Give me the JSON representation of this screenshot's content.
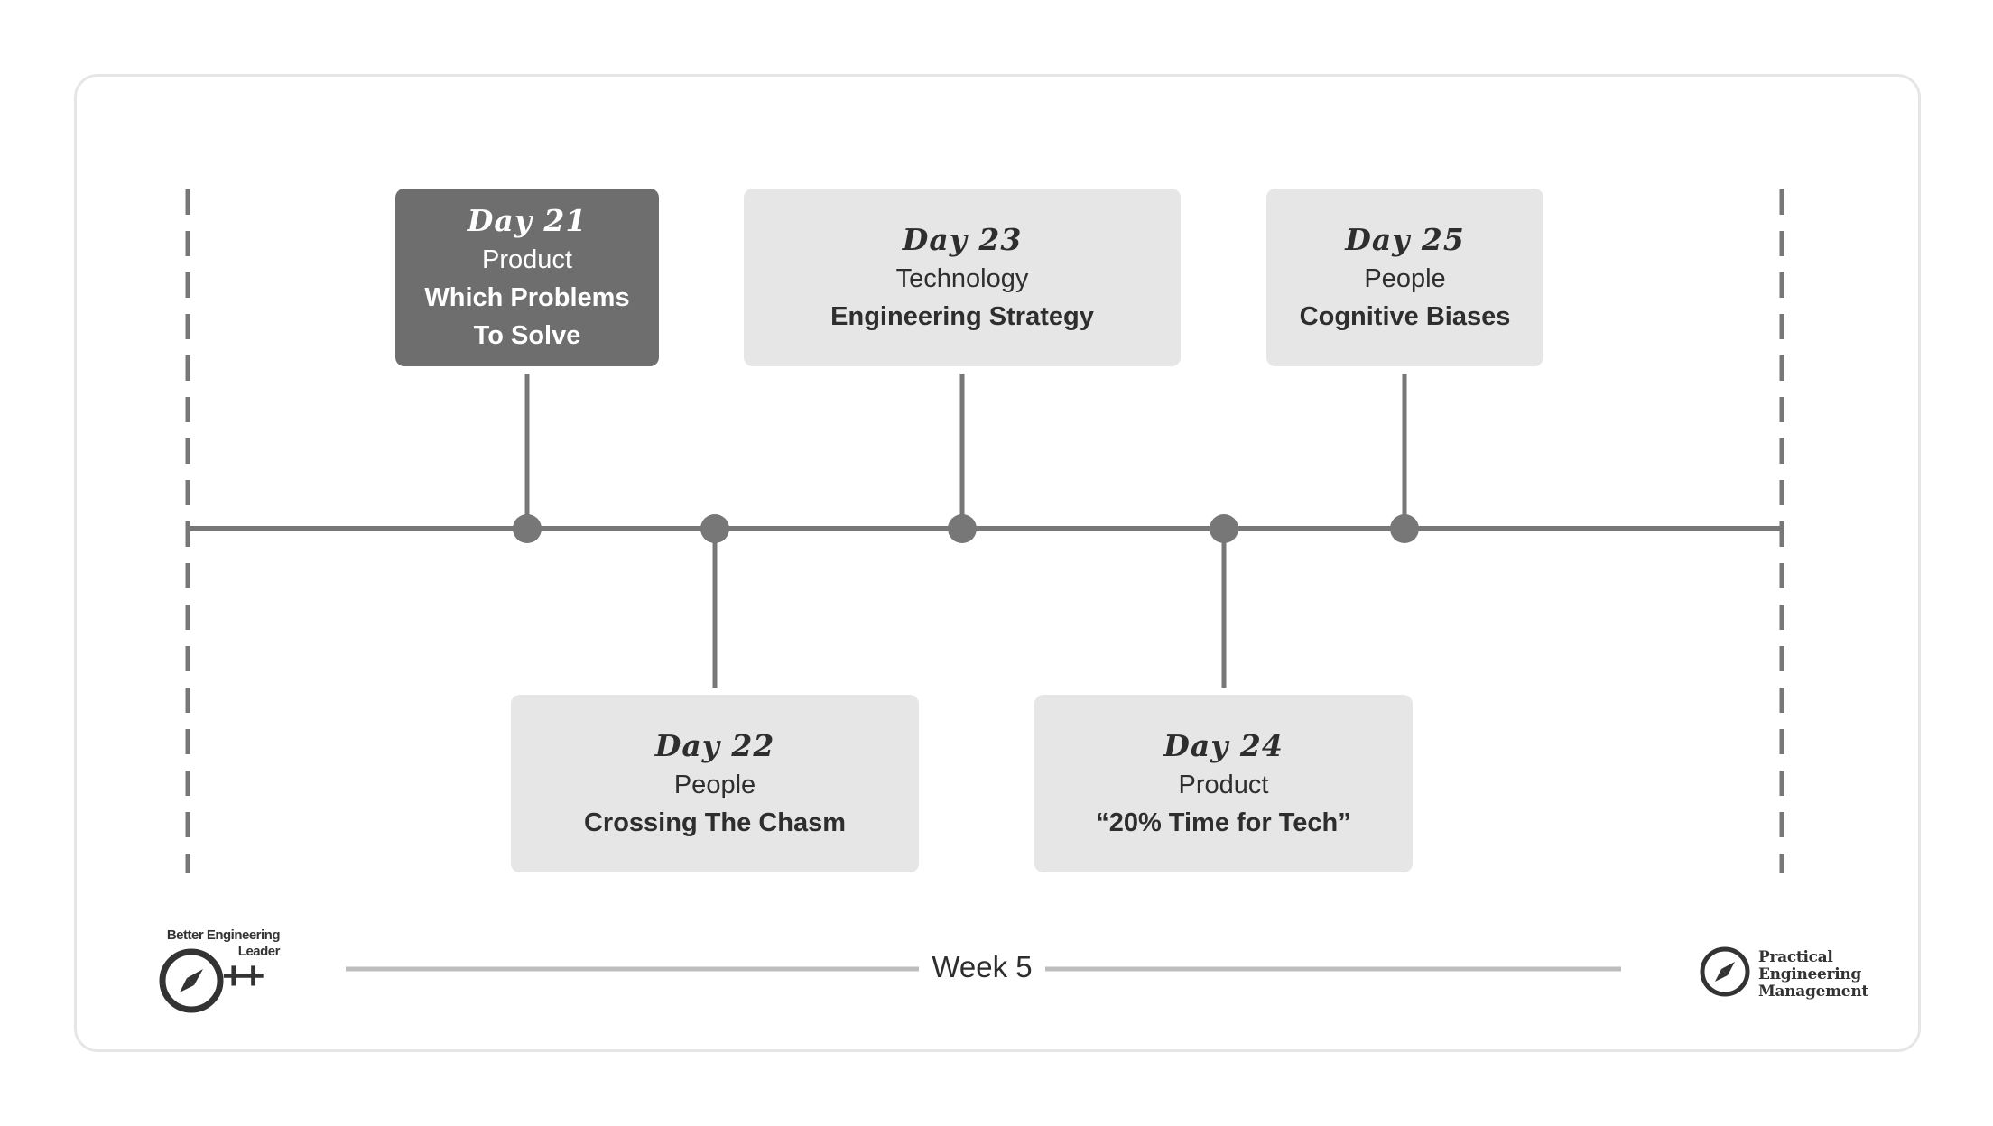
{
  "week": "Week 5",
  "brand_left": {
    "name": "Better Engineering Leader",
    "suffix": "++",
    "icon": "compass-icon"
  },
  "brand_right": {
    "name_lines": [
      "Practical",
      "Engineering",
      "Management"
    ],
    "icon": "compass-icon"
  },
  "colors": {
    "line": "#777777",
    "card": "#e6e6e6",
    "card_highlight": "#6e6e6e",
    "week_line": "#bdbdbd",
    "frame_border": "#e6e6e6"
  },
  "events": [
    {
      "day": "Day 21",
      "category": "Product",
      "topic": "Which Problems To Solve",
      "position": "above",
      "highlighted": true
    },
    {
      "day": "Day 22",
      "category": "People",
      "topic": "Crossing The Chasm",
      "position": "below",
      "highlighted": false
    },
    {
      "day": "Day 23",
      "category": "Technology",
      "topic": "Engineering Strategy",
      "position": "above",
      "highlighted": false
    },
    {
      "day": "Day 24",
      "category": "Product",
      "topic": "“20% Time for Tech”",
      "position": "below",
      "highlighted": false
    },
    {
      "day": "Day 25",
      "category": "People",
      "topic": "Cognitive Biases",
      "position": "above",
      "highlighted": false
    }
  ]
}
